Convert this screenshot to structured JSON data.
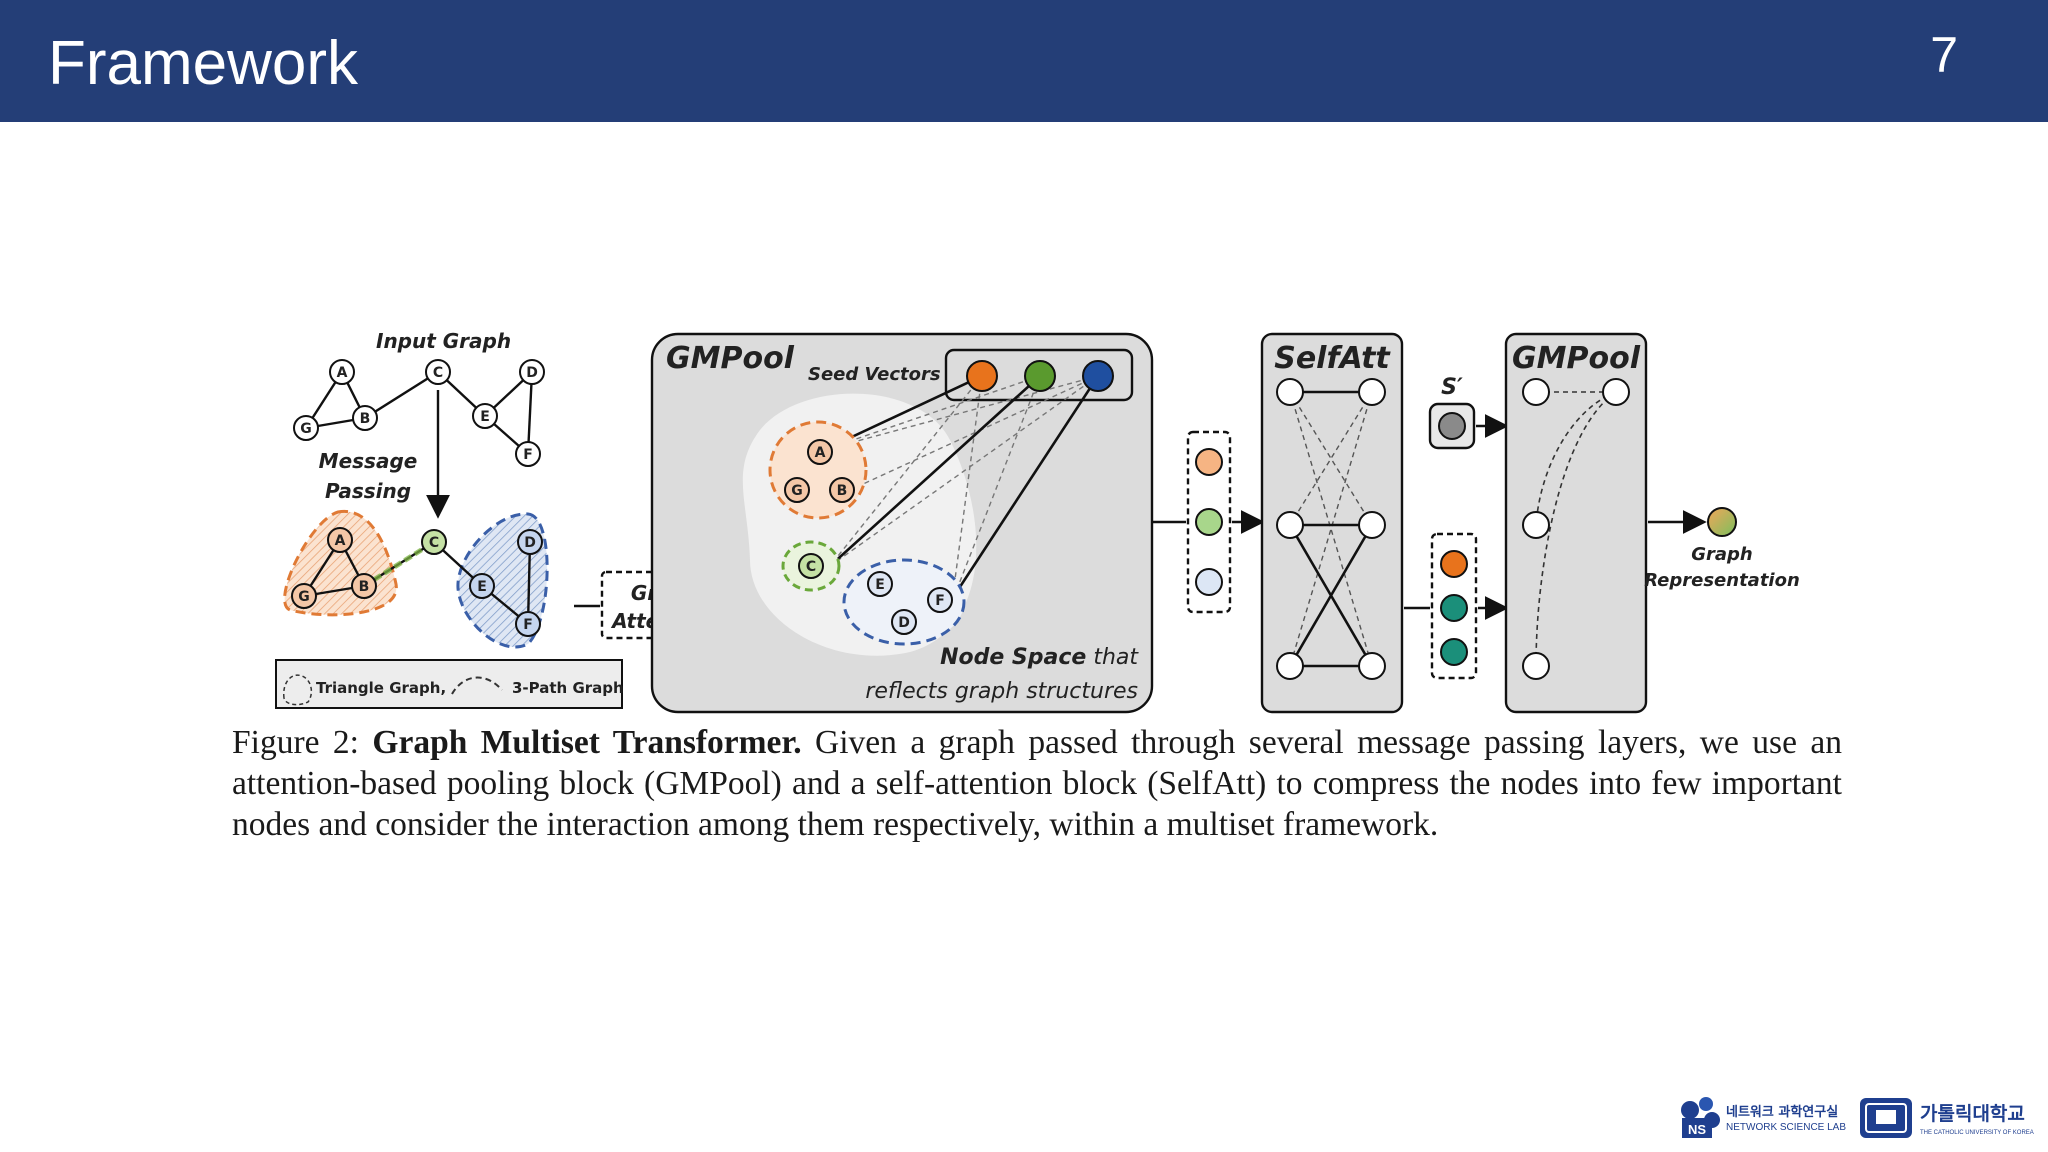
{
  "slide": {
    "title": "Framework",
    "page_number": "7"
  },
  "figure": {
    "input_graph_label": "Input Graph",
    "message_passing_label_1": "Message",
    "message_passing_label_2": "Passing",
    "graph_attention_label_1": "Graph",
    "graph_attention_label_2": "Attention",
    "gmpool_label": "GMPool",
    "seed_vectors_label": "Seed Vectors S",
    "node_space_bold": "Node Space",
    "node_space_rest": " that",
    "node_space_line2": "reflects graph structures",
    "selfatt_label": "SelfAtt",
    "s_prime_label": "S′",
    "gmpool2_label": "GMPool",
    "graph_rep_label_1": "Graph",
    "graph_rep_label_2": "Representation",
    "legend_triangle": "Triangle Graph,",
    "legend_path": "3-Path Graph",
    "node_labels": [
      "A",
      "B",
      "C",
      "D",
      "E",
      "F",
      "G"
    ],
    "colors": {
      "orange": "#e8731c",
      "green": "#5a9a2e",
      "blue": "#1f4fa0",
      "teal": "#1b8f7a",
      "gray_box": "#dcdcdc"
    }
  },
  "caption": {
    "prefix": "Figure 2: ",
    "bold": "Graph Multiset Transformer.",
    "text": " Given a graph passed through several message passing layers, we use an attention-based pooling block (GMPool) and a self-attention block (SelfAtt) to compress the nodes into few important nodes and consider the interaction among them respectively, within a multiset framework."
  },
  "logos": {
    "lab_badge": "NS",
    "lab_korean": "네트워크 과학연구실",
    "lab_english": "NETWORK SCIENCE LAB",
    "univ_korean": "가톨릭대학교",
    "univ_english": "THE CATHOLIC UNIVERSITY OF KOREA"
  }
}
